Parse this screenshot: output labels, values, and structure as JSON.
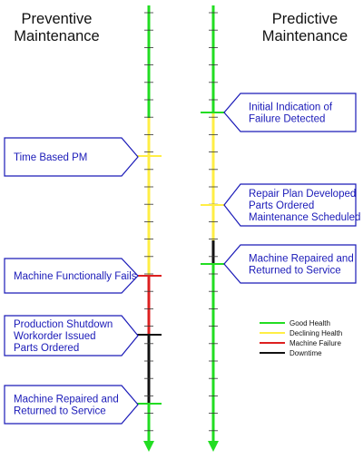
{
  "headings": {
    "left": {
      "line1": "Preventive",
      "line2": "Maintenance"
    },
    "right": {
      "line1": "Predictive",
      "line2": "Maintenance"
    }
  },
  "colors": {
    "good": "#22dd22",
    "declining": "#ffee44",
    "failure": "#dd2020",
    "downtime": "#111111",
    "callout_border": "#1a1ab8",
    "callout_text": "#1a1ab8"
  },
  "left_timeline": {
    "callouts": [
      {
        "lines": [
          "Time Based PM"
        ]
      },
      {
        "lines": [
          "Machine Functionally Fails"
        ]
      },
      {
        "lines": [
          "Production Shutdown",
          "Workorder Issued",
          "Parts Ordered"
        ]
      },
      {
        "lines": [
          "Machine Repaired and",
          "Returned to Service"
        ]
      }
    ]
  },
  "right_timeline": {
    "callouts": [
      {
        "lines": [
          "Initial Indication of",
          "Failure Detected"
        ]
      },
      {
        "lines": [
          "Repair Plan Developed",
          "Parts Ordered",
          "Maintenance Scheduled"
        ]
      },
      {
        "lines": [
          "Machine Repaired and",
          "Returned to Service"
        ]
      }
    ]
  },
  "legend": [
    {
      "label": "Good Health",
      "color": "#22dd22"
    },
    {
      "label": "Declining Health",
      "color": "#ffee44"
    },
    {
      "label": "Machine Failure",
      "color": "#dd2020"
    },
    {
      "label": "Downtime",
      "color": "#111111"
    }
  ]
}
